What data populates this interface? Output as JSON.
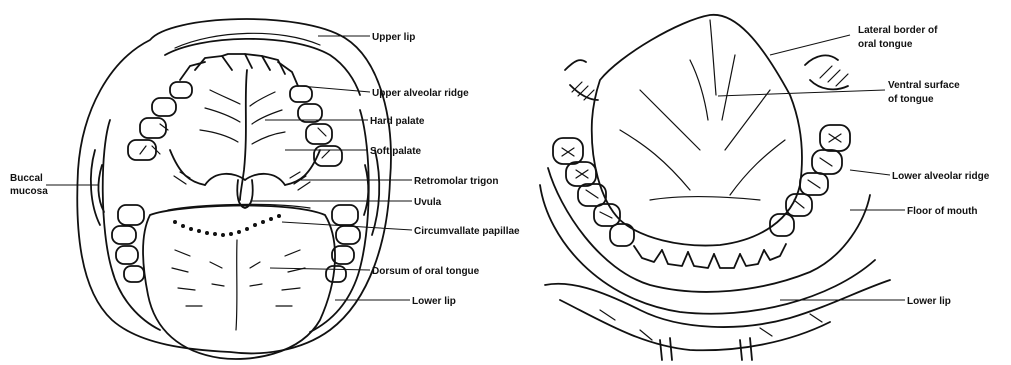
{
  "figure_left": {
    "labels": {
      "upper_lip": "Upper lip",
      "upper_alveolar_ridge": "Upper alveolar ridge",
      "hard_palate": "Hard palate",
      "soft_palate": "Soft palate",
      "retromolar_trigon": "Retromolar trigon",
      "uvula": "Uvula",
      "circumvallate_papillae": "Circumvallate papillae",
      "dorsum_of_oral_tongue": "Dorsum of oral tongue",
      "lower_lip": "Lower lip",
      "buccal_mucosa_1": "Buccal",
      "buccal_mucosa_2": "mucosa"
    }
  },
  "figure_right": {
    "labels": {
      "lateral_border_1": "Lateral border of",
      "lateral_border_2": "oral tongue",
      "ventral_surface_1": "Ventral surface",
      "ventral_surface_2": "of tongue",
      "lower_alveolar_ridge": "Lower alveolar ridge",
      "floor_of_mouth": "Floor of mouth",
      "lower_lip": "Lower lip"
    }
  }
}
